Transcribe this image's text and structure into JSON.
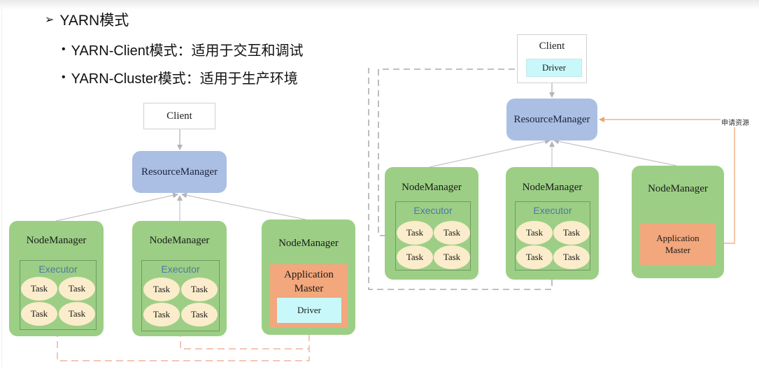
{
  "slide": {
    "heading": {
      "marker": "➢",
      "text": "YARN模式"
    },
    "bullets": [
      {
        "marker": "•",
        "text": "YARN-Client模式：适用于交互和调试"
      },
      {
        "marker": "•",
        "text": "YARN-Cluster模式：适用于生产环境"
      }
    ]
  },
  "colors": {
    "node_manager": "#9ccf85",
    "resource_manager": "#aabfe3",
    "application_master": "#f3a77c",
    "driver": "#c9f8fa",
    "task": "#fbeccb",
    "executor_label": "#4f76a8",
    "request_line": "#f0a36e"
  },
  "cluster_diagram": {
    "client": "Client",
    "resource_manager": "ResourceManager",
    "node_managers": [
      {
        "label": "NodeManager",
        "executor": "Executor",
        "tasks": [
          "Task",
          "Task",
          "Task",
          "Task"
        ]
      },
      {
        "label": "NodeManager",
        "executor": "Executor",
        "tasks": [
          "Task",
          "Task",
          "Task",
          "Task"
        ]
      },
      {
        "label": "NodeManager",
        "application_master": "Application Master",
        "driver": "Driver"
      }
    ]
  },
  "client_diagram": {
    "client": "Client",
    "driver": "Driver",
    "resource_manager": "ResourceManager",
    "request_label": "申请资源",
    "node_managers": [
      {
        "label": "NodeManager",
        "executor": "Executor",
        "tasks": [
          "Task",
          "Task",
          "Task",
          "Task"
        ]
      },
      {
        "label": "NodeManager",
        "executor": "Executor",
        "tasks": [
          "Task",
          "Task",
          "Task",
          "Task"
        ]
      },
      {
        "label": "NodeManager",
        "application_master": "Application Master"
      }
    ]
  }
}
